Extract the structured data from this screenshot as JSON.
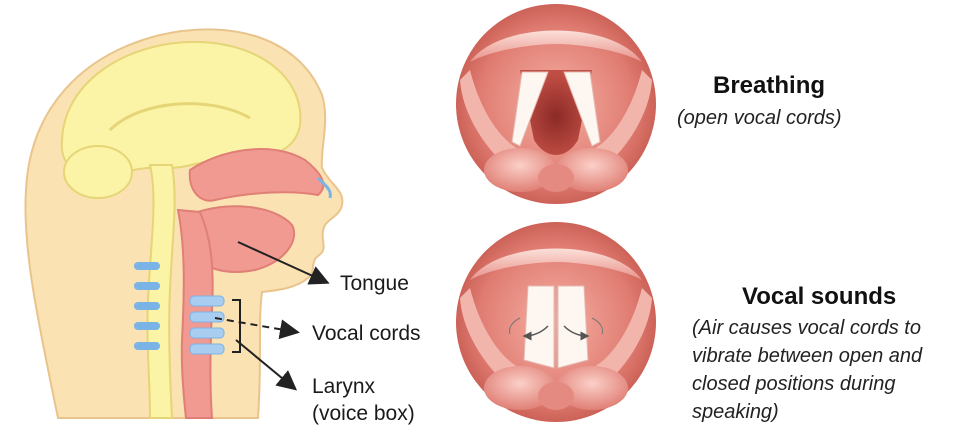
{
  "labels": {
    "tongue": "Tongue",
    "vocal_cords": "Vocal cords",
    "larynx_line1": "Larynx",
    "larynx_line2": "(voice box)"
  },
  "breathing": {
    "title": "Breathing",
    "caption": "(open vocal cords)"
  },
  "vocal_sounds": {
    "title": "Vocal sounds",
    "caption_lines": [
      "(Air causes vocal cords to",
      "vibrate between open and",
      "closed positions during",
      "speaking)"
    ]
  },
  "colors": {
    "skin": "#fbe2b3",
    "brain": "#fbf3a6",
    "tissue": "#f19a92",
    "cartilage": "#7ab3e6",
    "throat_pink": "#e9847c",
    "throat_dark": "#b8483f",
    "cord_white": "#fdf6f1"
  }
}
